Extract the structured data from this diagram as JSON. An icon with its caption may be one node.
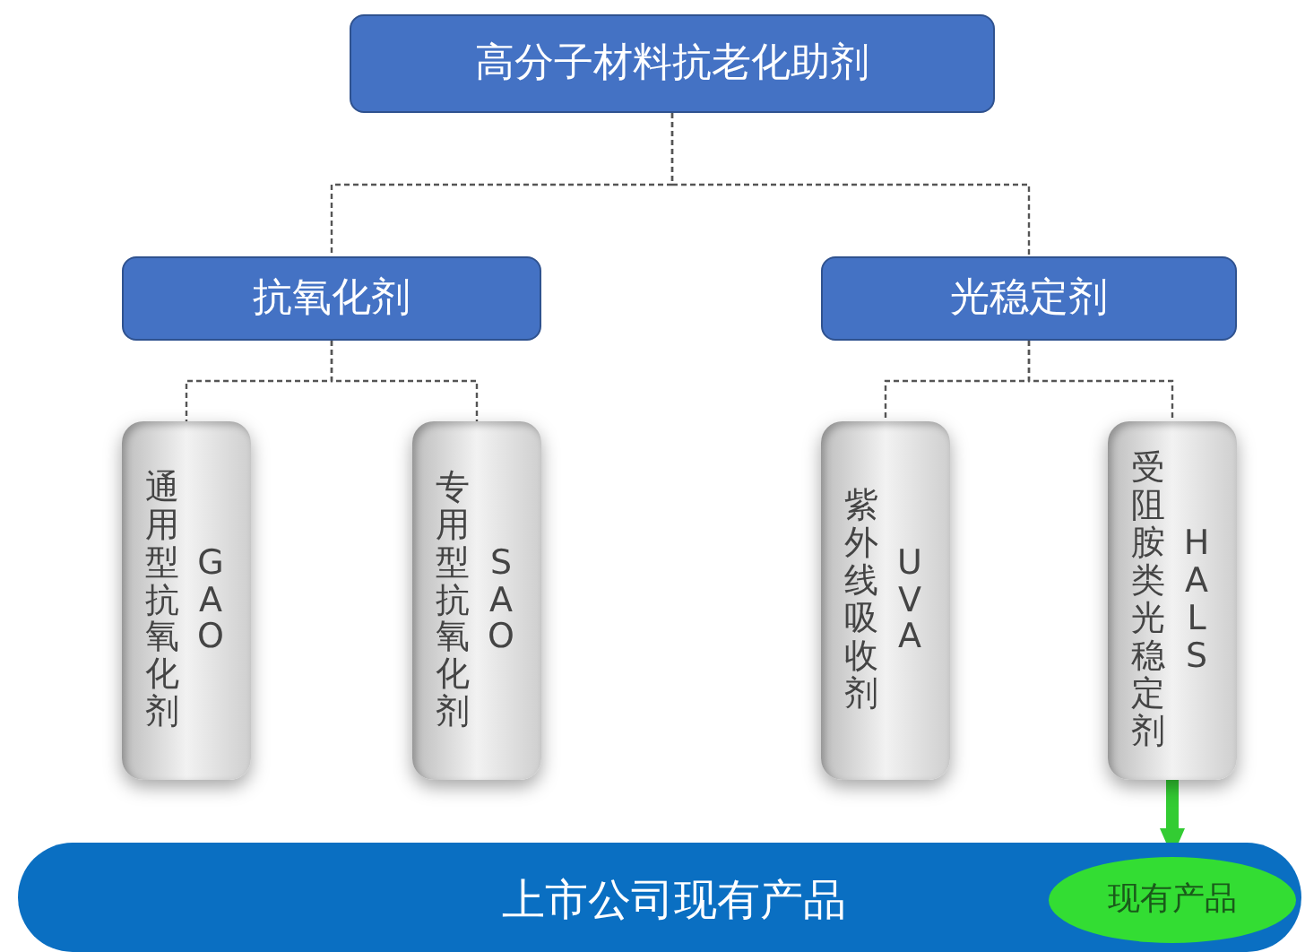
{
  "diagram": {
    "nodes": [
      {
        "text": [
          "高分子材料抗老化助剂"
        ]
      },
      {
        "text": [
          "抗氧化剂"
        ]
      },
      {
        "text": [
          "光稳定剂"
        ]
      },
      {
        "text": [
          "通用型抗氧化剂",
          "GAO"
        ]
      },
      {
        "text": [
          "专用型抗氧化剂",
          "SAO"
        ]
      },
      {
        "text": [
          "紫外线吸收剂",
          "UVA"
        ]
      },
      {
        "text": [
          "受阻胺类光稳定剂",
          "HALS"
        ]
      },
      {
        "text": [
          "上市公司现有产品"
        ]
      },
      {
        "text": [
          "现有产品"
        ],
        "in": 7
      }
    ],
    "edges": [
      {
        "from": 0,
        "to": 1,
        "arrow": "none",
        "style": "dashed"
      },
      {
        "from": 0,
        "to": 2,
        "arrow": "none",
        "style": "dashed"
      },
      {
        "from": 1,
        "to": 3,
        "arrow": "none",
        "style": "dashed"
      },
      {
        "from": 1,
        "to": 4,
        "arrow": "none",
        "style": "dashed"
      },
      {
        "from": 2,
        "to": 5,
        "arrow": "none",
        "style": "dashed"
      },
      {
        "from": 2,
        "to": 6,
        "arrow": "none",
        "style": "dashed"
      },
      {
        "from": 6,
        "to": 8,
        "arrow": "to",
        "style": "thick",
        "color": "#33cc33"
      }
    ]
  }
}
